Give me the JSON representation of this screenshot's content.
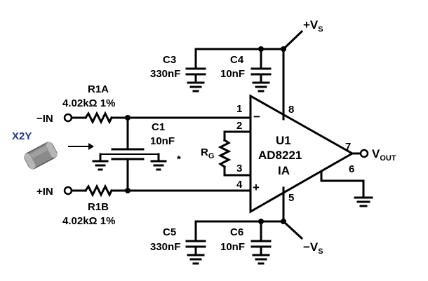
{
  "power": {
    "vplus": "+V",
    "vplus_sub": "S",
    "vminus": "−V",
    "vminus_sub": "S"
  },
  "inputs": {
    "neg": "−IN",
    "pos": "+IN"
  },
  "resistors": {
    "r1a": {
      "ref": "R1A",
      "value": "4.02kΩ 1%"
    },
    "r1b": {
      "ref": "R1B",
      "value": "4.02kΩ 1%"
    },
    "rg": {
      "ref": "R",
      "ref_sub": "G"
    }
  },
  "capacitors": {
    "c1": {
      "ref": "C1",
      "value": "10nF"
    },
    "c3": {
      "ref": "C3",
      "value": "330nF"
    },
    "c4": {
      "ref": "C4",
      "value": "10nF"
    },
    "c5": {
      "ref": "C5",
      "value": "330nF"
    },
    "c6": {
      "ref": "C6",
      "value": "10nF"
    }
  },
  "x2y": {
    "label": "X2Y"
  },
  "asterisk": "*",
  "amplifier": {
    "ref": "U1",
    "part": "AD8221",
    "type": "IA",
    "minus_sign": "−",
    "plus_sign": "+",
    "pins": [
      "1",
      "2",
      "3",
      "4",
      "5",
      "6",
      "7",
      "8"
    ]
  },
  "output": {
    "label": "V",
    "label_sub": "OUT"
  }
}
